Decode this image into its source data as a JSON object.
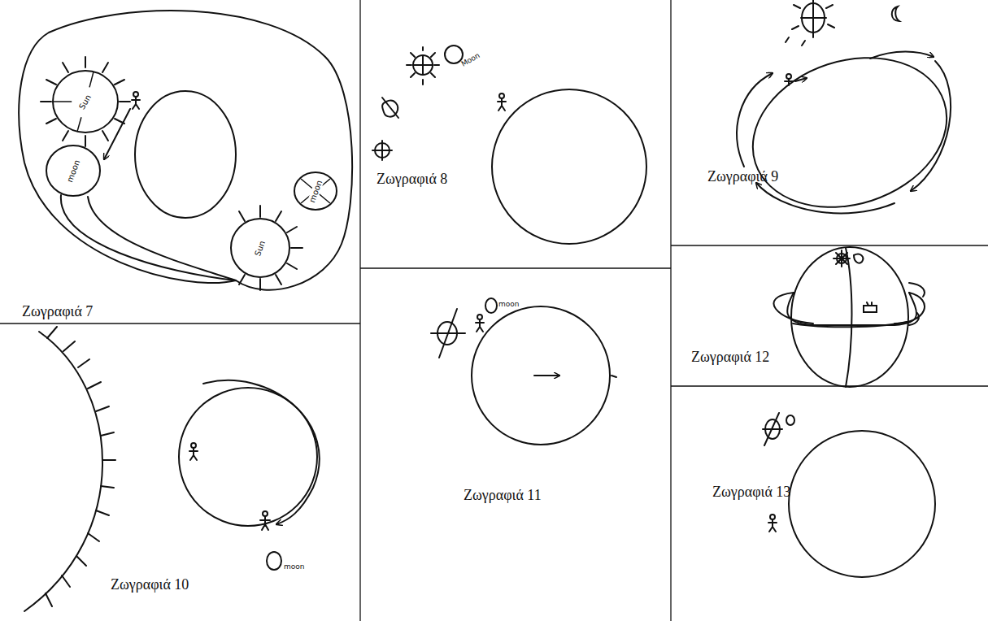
{
  "diagram": {
    "nodes": [
      {
        "text": [
          "Sun"
        ]
      },
      {
        "text": [
          "moon"
        ]
      },
      {
        "text": [
          "moon"
        ]
      },
      {
        "text": [
          "Sun"
        ]
      }
    ],
    "labels": [
      "Ζωγραφιά 7",
      "Ζωγραφιά 8",
      "Ζωγραφιά 9",
      "Ζωγραφιά 10",
      "Ζωγραφιά 11",
      "Ζωγραφιά 12",
      "Ζωγραφιά 13",
      "Moon",
      "moon",
      "moon"
    ]
  }
}
